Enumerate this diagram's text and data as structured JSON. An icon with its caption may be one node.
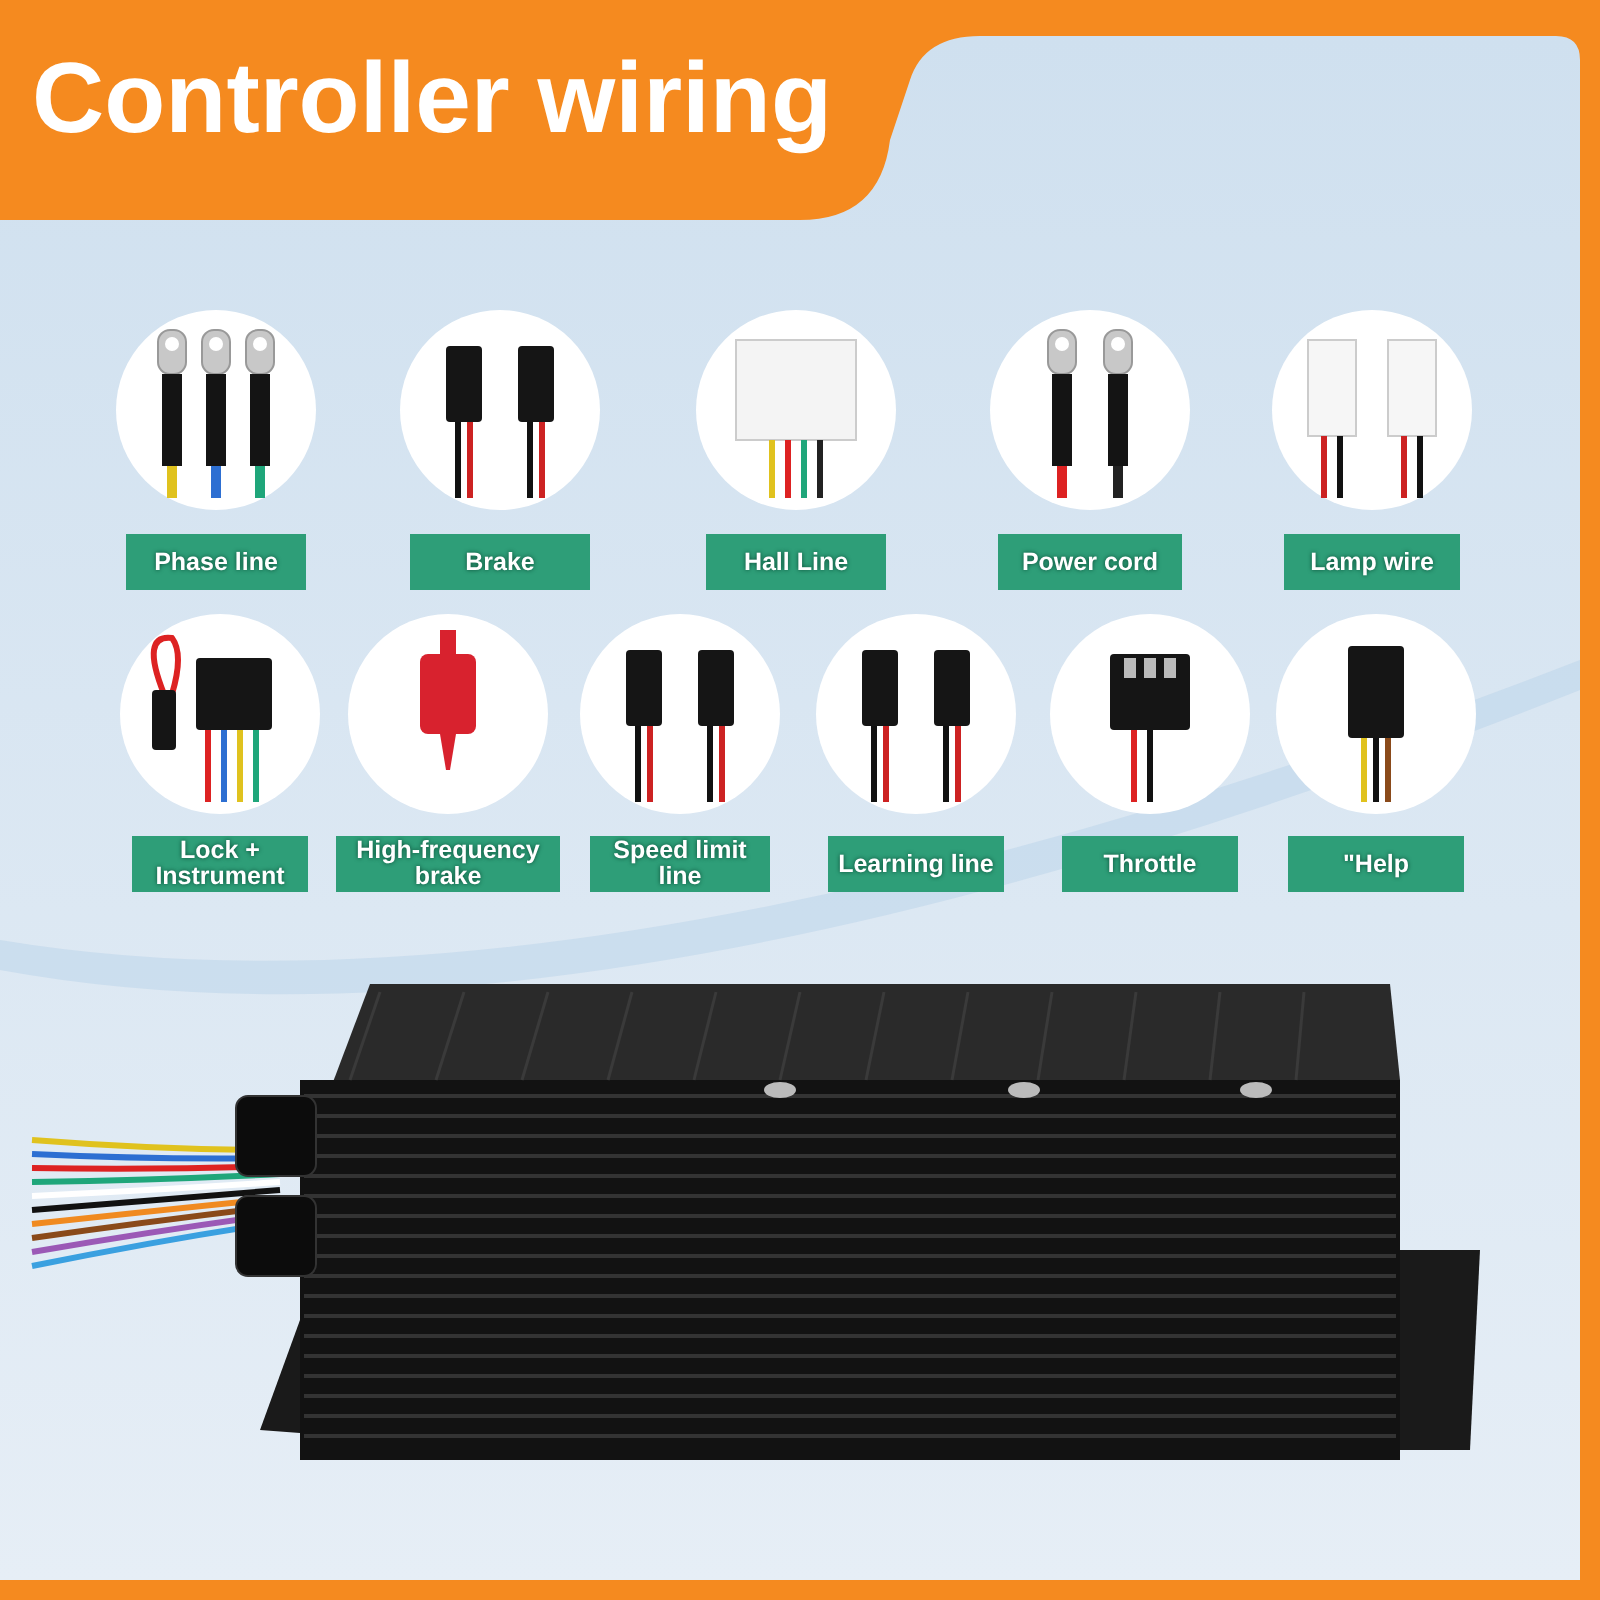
{
  "diagram": {
    "title": "Controller wiring",
    "labels": [
      "Phase line",
      "Brake",
      "Hall Line",
      "Power cord",
      "Lamp wire",
      "Lock + Instrument",
      "High-frequency brake",
      "Speed limit line",
      "Learning line",
      "Throttle",
      "\"Help"
    ]
  }
}
